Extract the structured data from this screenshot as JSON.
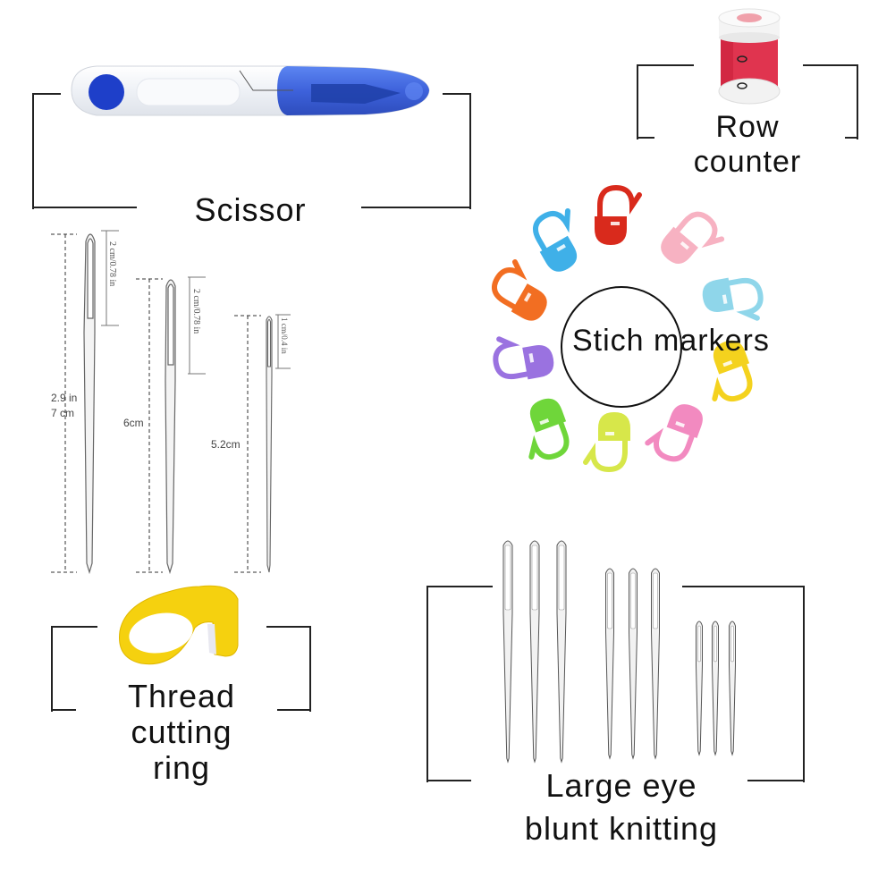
{
  "sections": {
    "scissor": {
      "label": "Scissor",
      "colors": {
        "accent": "#1e3fc9",
        "body": "#f4f6fa"
      }
    },
    "row_counter": {
      "label_line1": "Row",
      "label_line2": "counter",
      "colors": {
        "body": "#e0344f",
        "caps": "#f2f2f2"
      }
    },
    "stitch_markers": {
      "label": "Stich markers",
      "marker_colors": [
        "#d92a1c",
        "#f7b2c2",
        "#8fd6ea",
        "#f4d21e",
        "#f28ac0",
        "#d7e74a",
        "#6fd63a",
        "#9a72e0",
        "#f26e22",
        "#3fb0e8"
      ]
    },
    "thread_cutting_ring": {
      "label_line1": "Thread",
      "label_line2": "cutting",
      "label_line3": "ring",
      "colors": {
        "body": "#f5d10f"
      }
    },
    "large_eye_needles": {
      "label_line1": "Large eye",
      "label_line2": "blunt knitting"
    },
    "needle_dimensions": [
      {
        "total_line1": "2.9 in",
        "total_line2": "7 cm",
        "eye": "2 cm/0.78 in"
      },
      {
        "total_line1": "6cm",
        "eye": "2 cm/0.78 in"
      },
      {
        "total_line1": "5.2cm",
        "eye": "1 cm/0.4 in"
      }
    ]
  }
}
